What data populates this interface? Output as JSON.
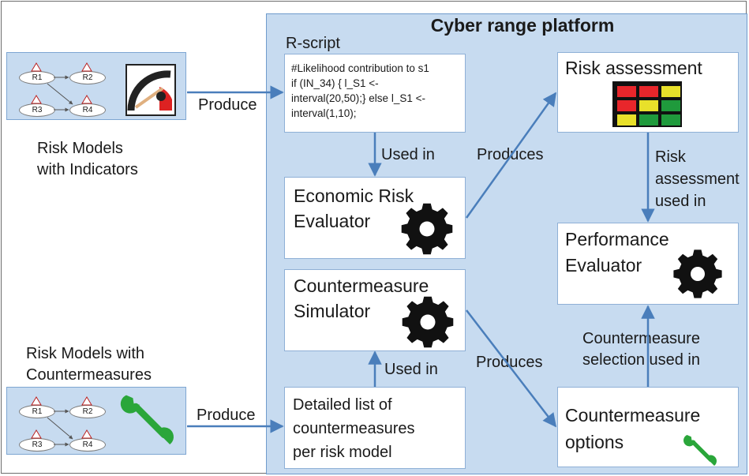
{
  "platform": {
    "title": "Cyber range platform"
  },
  "rscript": {
    "label": "R-script",
    "lines": [
      "#Likelihood contribution to s1",
      "if (IN_34) { l_S1 <-",
      "interval(20,50);} else l_S1 <-",
      "interval(1,10);"
    ]
  },
  "left": {
    "indicators_caption": [
      "Risk Models",
      "with Indicators"
    ],
    "countermeasures_caption": [
      "Risk Models with",
      "Countermeasures"
    ],
    "produce_top": "Produce",
    "produce_bottom": "Produce",
    "nodes": [
      "R1",
      "R2",
      "R3",
      "R4"
    ]
  },
  "boxes": {
    "economic": [
      "Economic Risk",
      "Evaluator"
    ],
    "simulator": [
      "Countermeasure",
      "Simulator"
    ],
    "detailed": [
      "Detailed list of",
      "countermeasures",
      "per risk model"
    ],
    "risk_assessment": "Risk assessment",
    "performance": [
      "Performance",
      "Evaluator"
    ],
    "cm_options": [
      "Countermeasure",
      "options"
    ]
  },
  "edges": {
    "used_in_top": "Used in",
    "used_in_bottom": "Used in",
    "produces_top": "Produces",
    "produces_bottom": "Produces",
    "risk_used": [
      "Risk",
      "assessment",
      "used in"
    ],
    "cm_selection": [
      "Countermeasure",
      "selection used in"
    ]
  },
  "heatmap": {
    "rows": [
      [
        "red",
        "red",
        "yellow"
      ],
      [
        "red",
        "yellow",
        "green"
      ],
      [
        "yellow",
        "green",
        "green"
      ]
    ]
  },
  "colors": {
    "arrow": "#4a7ebb",
    "wrench": "#2aa63a",
    "gear": "#111111",
    "panel": "#c7dbf0"
  }
}
